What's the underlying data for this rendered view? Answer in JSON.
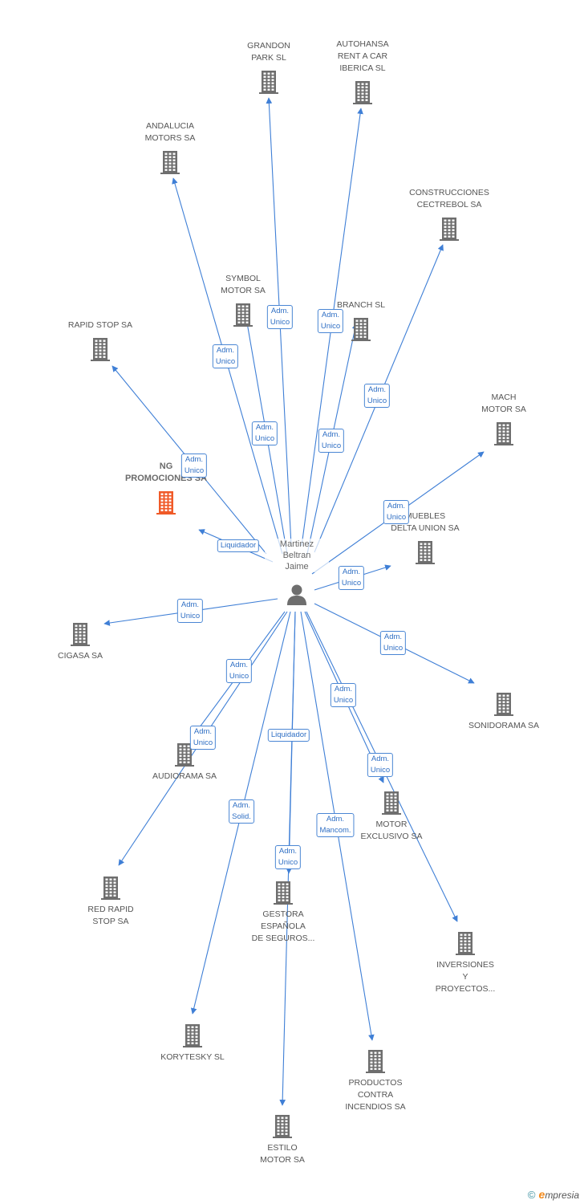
{
  "person": {
    "lines": [
      "Martinez",
      "Beltran",
      "Jaime"
    ]
  },
  "companies": [
    {
      "id": "grandon",
      "lines": [
        "GRANDON",
        "PARK SL"
      ],
      "highlight": false
    },
    {
      "id": "autohansa",
      "lines": [
        "AUTOHANSA",
        "RENT A CAR",
        "IBERICA SL"
      ],
      "highlight": false
    },
    {
      "id": "andalucia",
      "lines": [
        "ANDALUCIA",
        "MOTORS SA"
      ],
      "highlight": false
    },
    {
      "id": "construcciones",
      "lines": [
        "CONSTRUCCIONES",
        "CECTREBOL SA"
      ],
      "highlight": false
    },
    {
      "id": "symbol",
      "lines": [
        "SYMBOL",
        "MOTOR SA"
      ],
      "highlight": false
    },
    {
      "id": "branch",
      "lines": [
        "BRANCH SL"
      ],
      "highlight": false
    },
    {
      "id": "rapidstop",
      "lines": [
        "RAPID STOP SA"
      ],
      "highlight": false
    },
    {
      "id": "mach",
      "lines": [
        "MACH",
        "MOTOR SA"
      ],
      "highlight": false
    },
    {
      "id": "ng",
      "lines": [
        "NG",
        "PROMOCIONES SA"
      ],
      "highlight": true
    },
    {
      "id": "muebles",
      "lines": [
        "MUEBLES",
        "DELTA UNION SA"
      ],
      "highlight": false
    },
    {
      "id": "cigasa",
      "lines": [
        "CIGASA SA"
      ],
      "highlight": false
    },
    {
      "id": "sonidorama",
      "lines": [
        "SONIDORAMA SA"
      ],
      "highlight": false
    },
    {
      "id": "audiorama",
      "lines": [
        "AUDIORAMA SA"
      ],
      "highlight": false
    },
    {
      "id": "motorexclusivo",
      "lines": [
        "MOTOR",
        "EXCLUSIVO SA"
      ],
      "highlight": false
    },
    {
      "id": "redrapid",
      "lines": [
        "RED RAPID",
        "STOP SA"
      ],
      "highlight": false
    },
    {
      "id": "gestora",
      "lines": [
        "GESTORA",
        "ESPAÑOLA",
        "DE SEGUROS..."
      ],
      "highlight": false
    },
    {
      "id": "inversiones",
      "lines": [
        "INVERSIONES",
        "Y",
        "PROYECTOS..."
      ],
      "highlight": false
    },
    {
      "id": "korytesky",
      "lines": [
        "KORYTESKY SL"
      ],
      "highlight": false
    },
    {
      "id": "productos",
      "lines": [
        "PRODUCTOS",
        "CONTRA",
        "INCENDIOS SA"
      ],
      "highlight": false
    },
    {
      "id": "estilo",
      "lines": [
        "ESTILO",
        "MOTOR SA"
      ],
      "highlight": false
    }
  ],
  "relations": [
    {
      "to": "grandon",
      "lines": [
        "Adm.",
        "Unico"
      ]
    },
    {
      "to": "autohansa",
      "lines": [
        "Adm.",
        "Unico"
      ]
    },
    {
      "to": "andalucia",
      "lines": [
        "Adm.",
        "Unico"
      ]
    },
    {
      "to": "construcciones",
      "lines": [
        "Adm.",
        "Unico"
      ]
    },
    {
      "to": "symbol",
      "lines": [
        "Adm.",
        "Unico"
      ]
    },
    {
      "to": "branch",
      "lines": [
        "Adm.",
        "Unico"
      ]
    },
    {
      "to": "rapidstop",
      "lines": [
        "Adm.",
        "Unico"
      ]
    },
    {
      "to": "mach",
      "lines": [
        "Adm.",
        "Unico"
      ]
    },
    {
      "to": "ng",
      "lines": [
        "Liquidador"
      ]
    },
    {
      "to": "muebles",
      "lines": [
        "Adm.",
        "Unico"
      ]
    },
    {
      "to": "cigasa",
      "lines": [
        "Adm.",
        "Unico"
      ]
    },
    {
      "to": "sonidorama",
      "lines": [
        "Adm.",
        "Unico"
      ]
    },
    {
      "to": "audiorama",
      "lines": [
        "Adm.",
        "Unico"
      ]
    },
    {
      "to": "motorexclusivo",
      "lines": [
        "Adm.",
        "Unico"
      ]
    },
    {
      "to": "redrapid",
      "lines": [
        "Adm.",
        "Unico"
      ]
    },
    {
      "to": "gestora",
      "lines": [
        "Liquidador"
      ]
    },
    {
      "to": "inversiones",
      "lines": [
        "Adm.",
        "Unico"
      ]
    },
    {
      "to": "korytesky",
      "lines": [
        "Adm.",
        "Solid."
      ]
    },
    {
      "to": "productos",
      "lines": [
        "Adm.",
        "Mancom."
      ]
    },
    {
      "to": "estilo",
      "lines": [
        "Adm.",
        "Unico"
      ]
    }
  ],
  "colors": {
    "edge": "#3f7fd6",
    "building": "#6e6e6e",
    "highlight": "#f05a28"
  },
  "footer": {
    "copyright": "©",
    "brand_initial": "e",
    "brand_rest": "mpresia"
  }
}
